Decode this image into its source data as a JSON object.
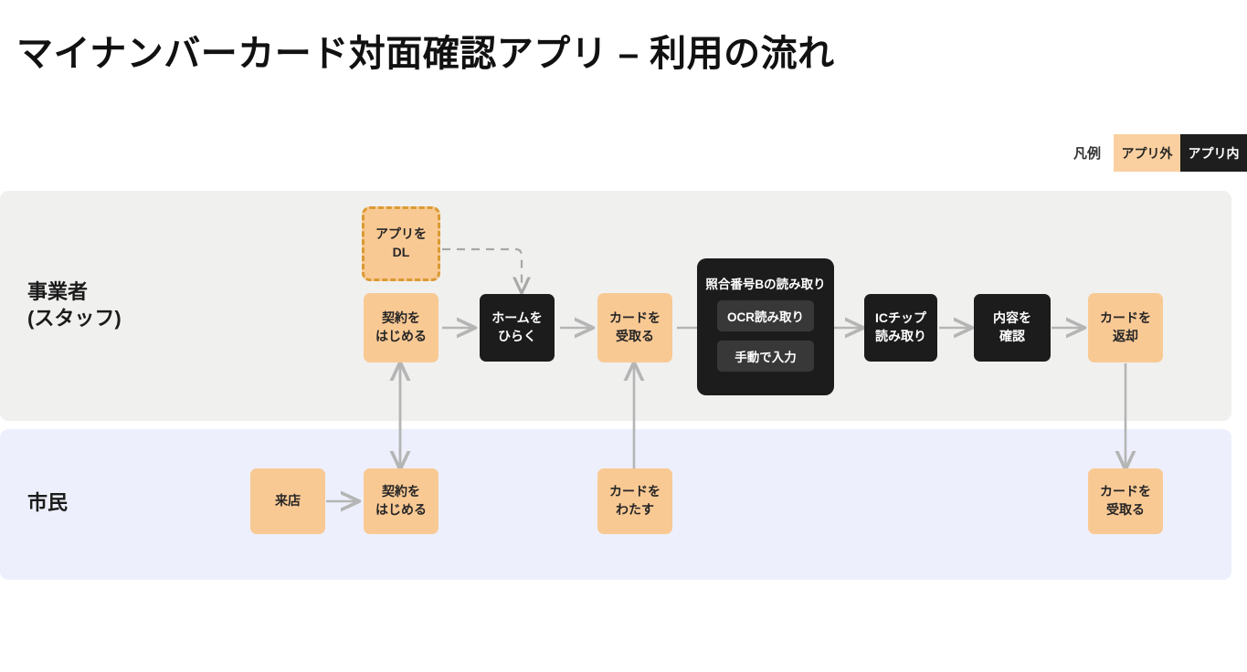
{
  "page": {
    "title": "マイナンバーカード対面確認アプリ – 利用の流れ",
    "background_color": "#ffffff"
  },
  "legend": {
    "label": "凡例",
    "items": [
      {
        "label": "アプリ外",
        "color": "#FAD0A0",
        "text_color": "#262626",
        "meaning": "outside-app"
      },
      {
        "label": "アプリ内",
        "color": "#1E1E1E",
        "text_color": "#ffffff",
        "meaning": "inside-app"
      }
    ]
  },
  "lanes": [
    {
      "id": "staff",
      "title": "事業者\n(スタッフ)",
      "background_color": "#F0F0EF"
    },
    {
      "id": "citizen",
      "title": "市民",
      "background_color": "#EDF0FC"
    }
  ],
  "nodes": {
    "app_dl": {
      "label": "アプリを\nDL",
      "style": "dashed",
      "lane": "staff"
    },
    "staff_contract": {
      "label": "契約を\nはじめる",
      "style": "peach",
      "lane": "staff"
    },
    "open_home": {
      "label": "ホームを\nひらく",
      "style": "dark",
      "lane": "staff"
    },
    "receive_card": {
      "label": "カードを\n受取る",
      "style": "peach",
      "lane": "staff"
    },
    "ic_chip": {
      "label": "ICチップ\n読み取り",
      "style": "dark",
      "lane": "staff"
    },
    "confirm_content": {
      "label": "内容を\n確認",
      "style": "dark",
      "lane": "staff"
    },
    "return_card": {
      "label": "カードを\n返却",
      "style": "peach",
      "lane": "staff"
    },
    "visit_store": {
      "label": "来店",
      "style": "peach",
      "lane": "citizen"
    },
    "citizen_contract": {
      "label": "契約を\nはじめる",
      "style": "peach",
      "lane": "citizen"
    },
    "hand_card": {
      "label": "カードを\nわたす",
      "style": "peach",
      "lane": "citizen"
    },
    "citizen_receive": {
      "label": "カードを\n受取る",
      "style": "peach",
      "lane": "citizen"
    }
  },
  "group": {
    "title": "照合番号Bの読み取り",
    "style": "dark",
    "lane": "staff",
    "children": [
      {
        "id": "ocr_read",
        "label": "OCR読み取り"
      },
      {
        "id": "manual_input",
        "label": "手動で入力"
      }
    ]
  },
  "colors": {
    "peach": "#F9C994",
    "peach_legend": "#FAD0A0",
    "dark": "#1C1C1C",
    "dark_legend": "#1E1E1E",
    "sub_node": "#383838",
    "dashed_border": "#D99A32",
    "arrow": "#B5B5B5",
    "lane_staff": "#F0F0EF",
    "lane_citizen": "#EDF0FC",
    "title_text": "#111111"
  }
}
